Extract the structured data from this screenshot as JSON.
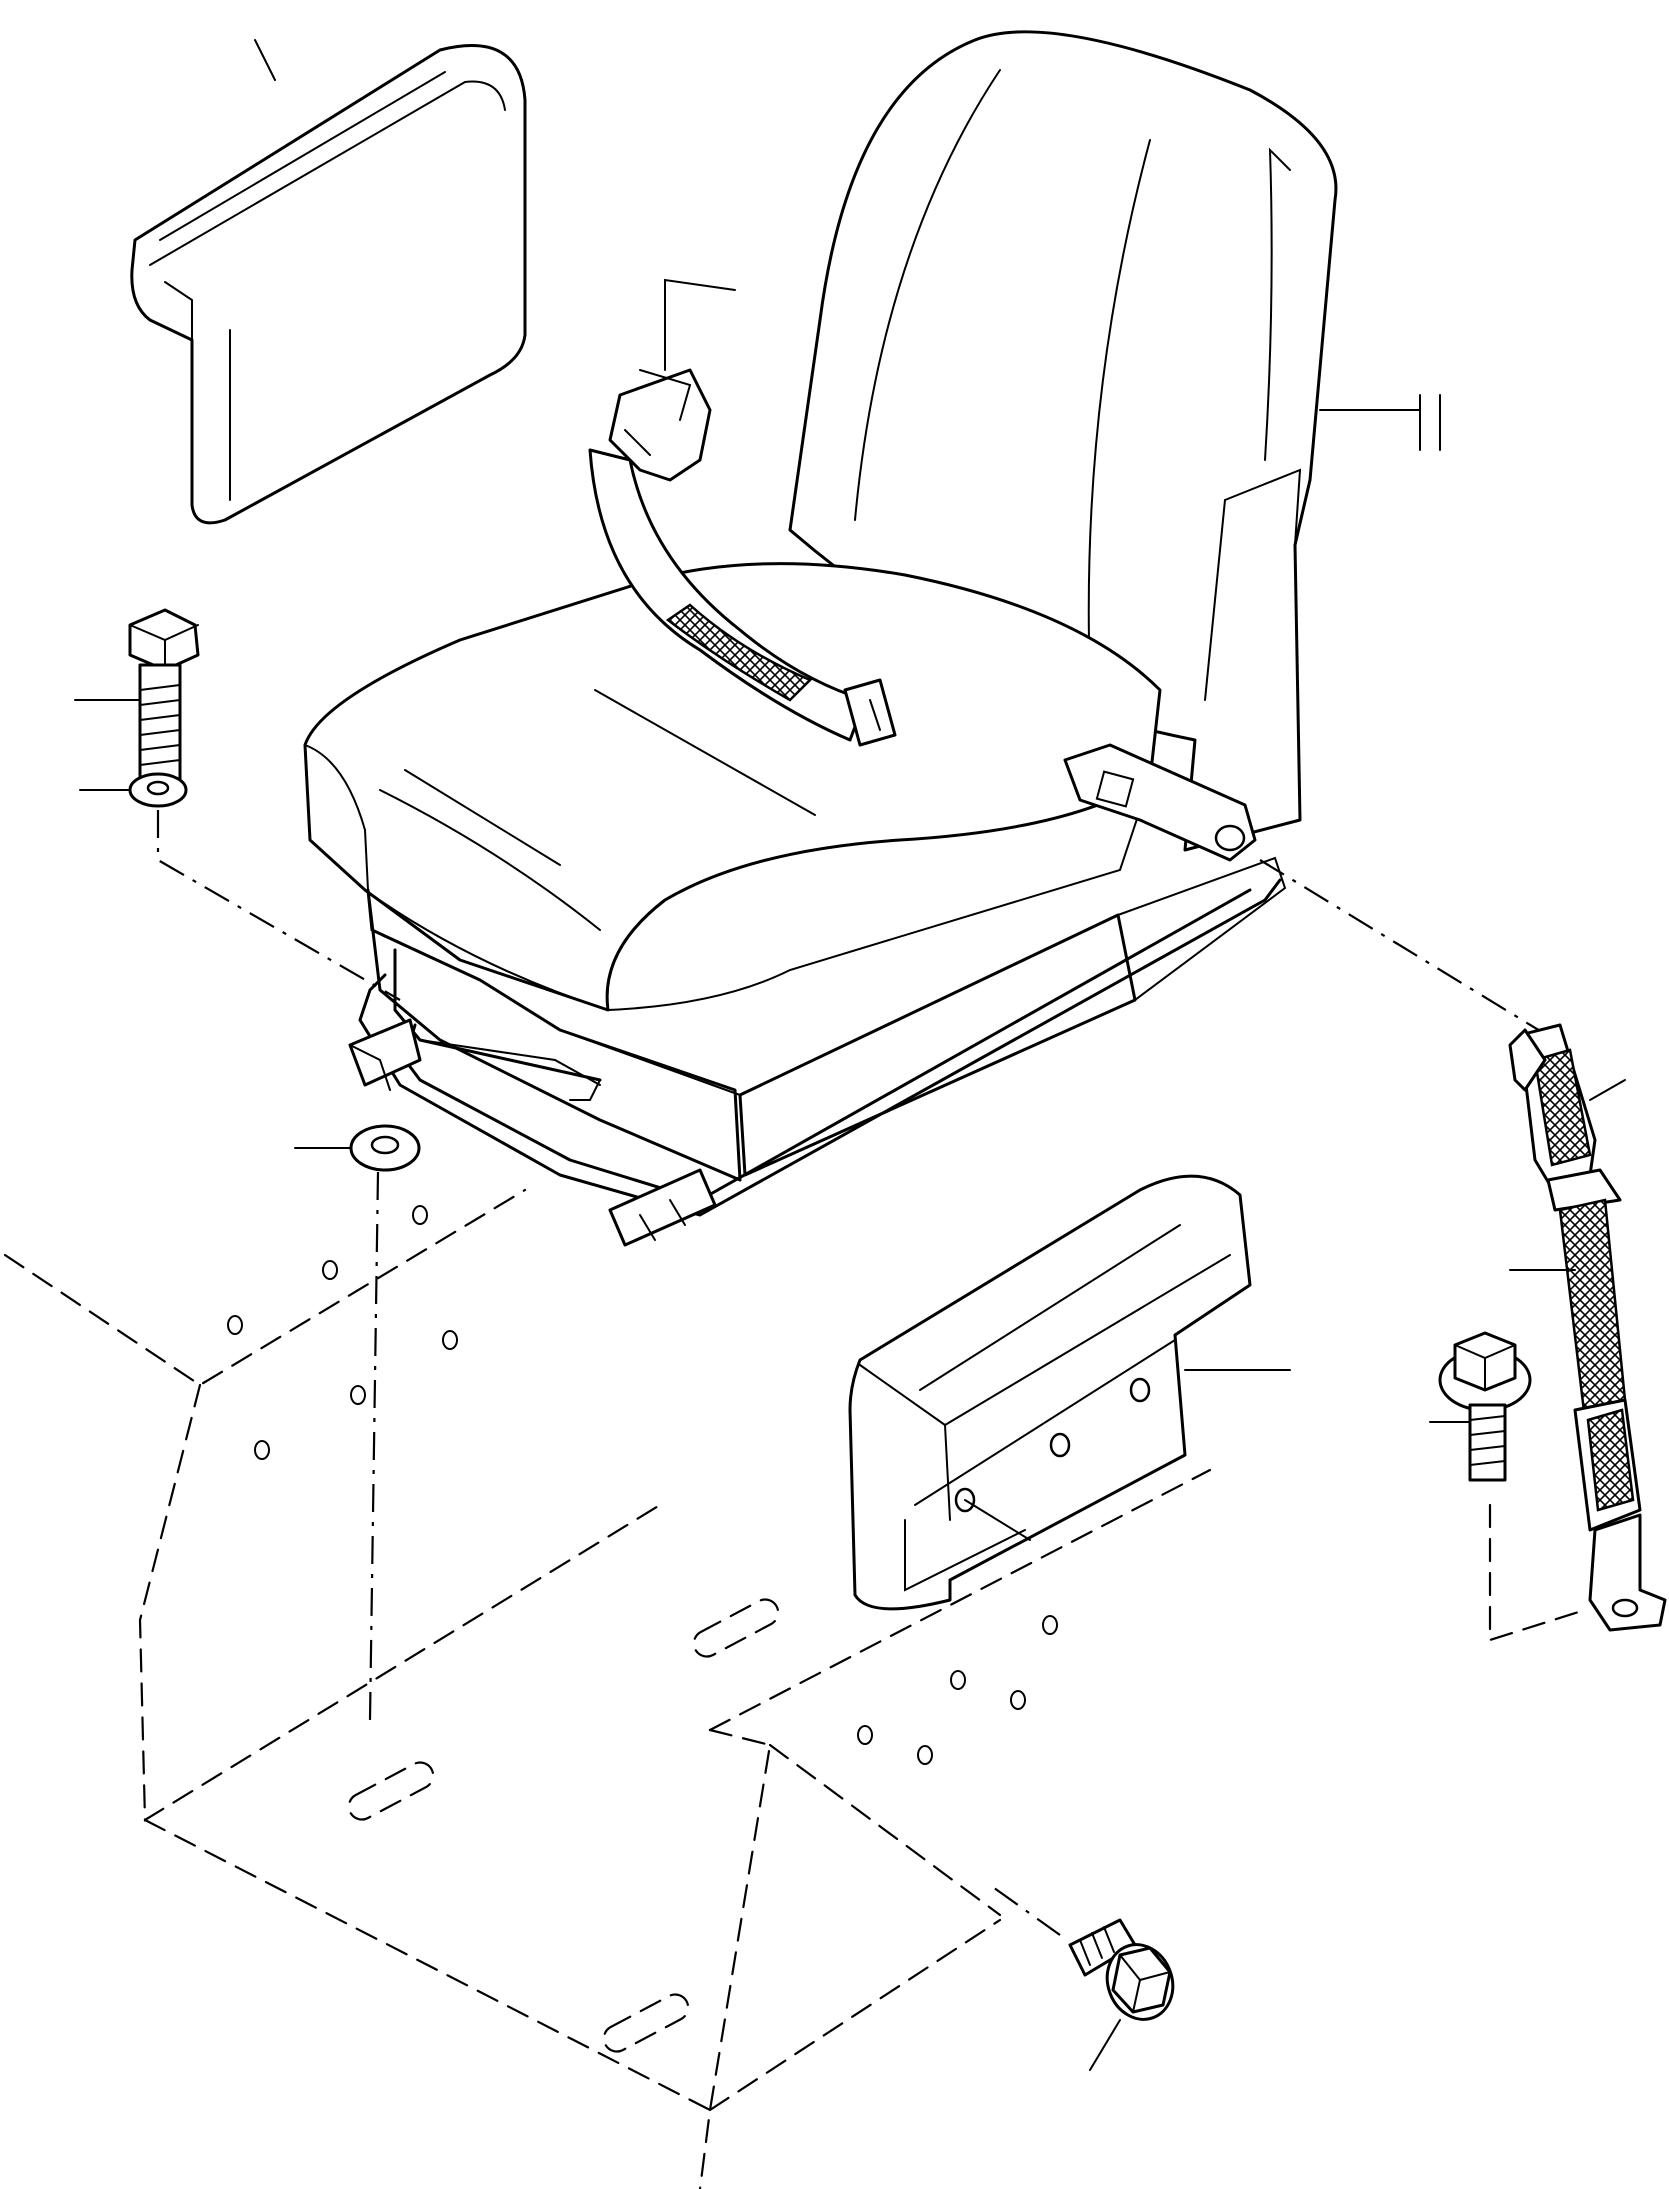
{
  "diagram": {
    "type": "exploded-parts-view",
    "parts": [
      "seat-assembly",
      "armrest-left",
      "armrest-right",
      "seat-belt-buckle-strap",
      "seat-belt-anchor-strap",
      "mounting-bolt",
      "lock-washer",
      "spacer-washer",
      "flange-bolt-right",
      "flange-bolt-bottom",
      "cab-floor-panel"
    ]
  }
}
